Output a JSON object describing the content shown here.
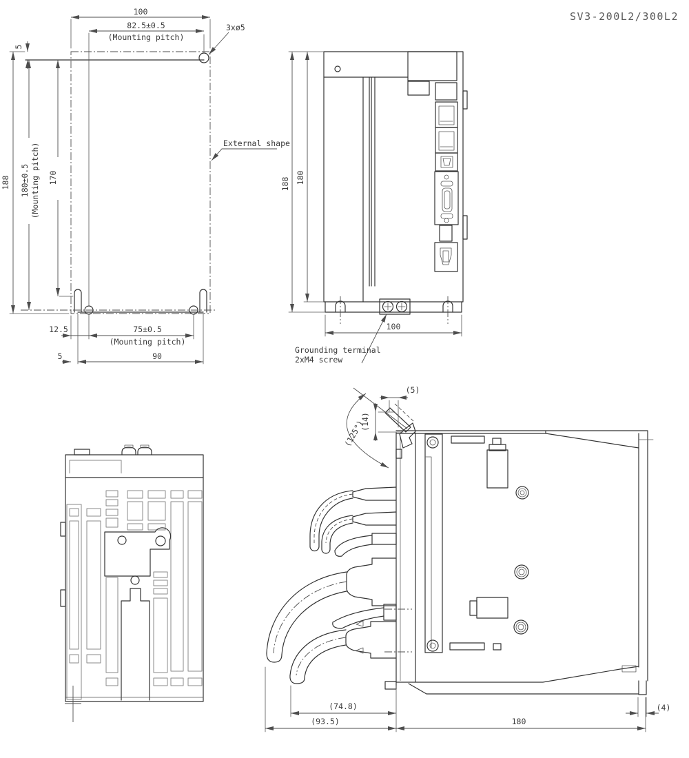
{
  "title": "SV3-200L2/300L2",
  "views": {
    "mounting": {
      "dims": {
        "width_overall": "100",
        "pitch_h": "82.5±0.5",
        "pitch_note": "(Mounting pitch)",
        "holes": "3xø5",
        "top_offset": "5",
        "height_overall": "188",
        "pitch_v": "180±0.5",
        "inner_height": "170",
        "bottom_left_offset": "12.5",
        "pitch_bottom": "75±0.5",
        "bottom_offset": "5",
        "plate_width": "90"
      },
      "labels": {
        "external_shape": "External shape"
      }
    },
    "front": {
      "dims": {
        "height_overall": "188",
        "height_body": "180",
        "width": "100"
      },
      "labels": {
        "grounding_line1": "Grounding terminal",
        "grounding_line2": "2xM4 screw"
      }
    },
    "side": {
      "dims": {
        "latch_offset": "(5)",
        "latch_height": "(14)",
        "open_angle": "(125°)",
        "clearance_inner": "(74.8)",
        "clearance_outer": "(93.5)",
        "depth": "180",
        "foot": "(4)"
      }
    }
  }
}
